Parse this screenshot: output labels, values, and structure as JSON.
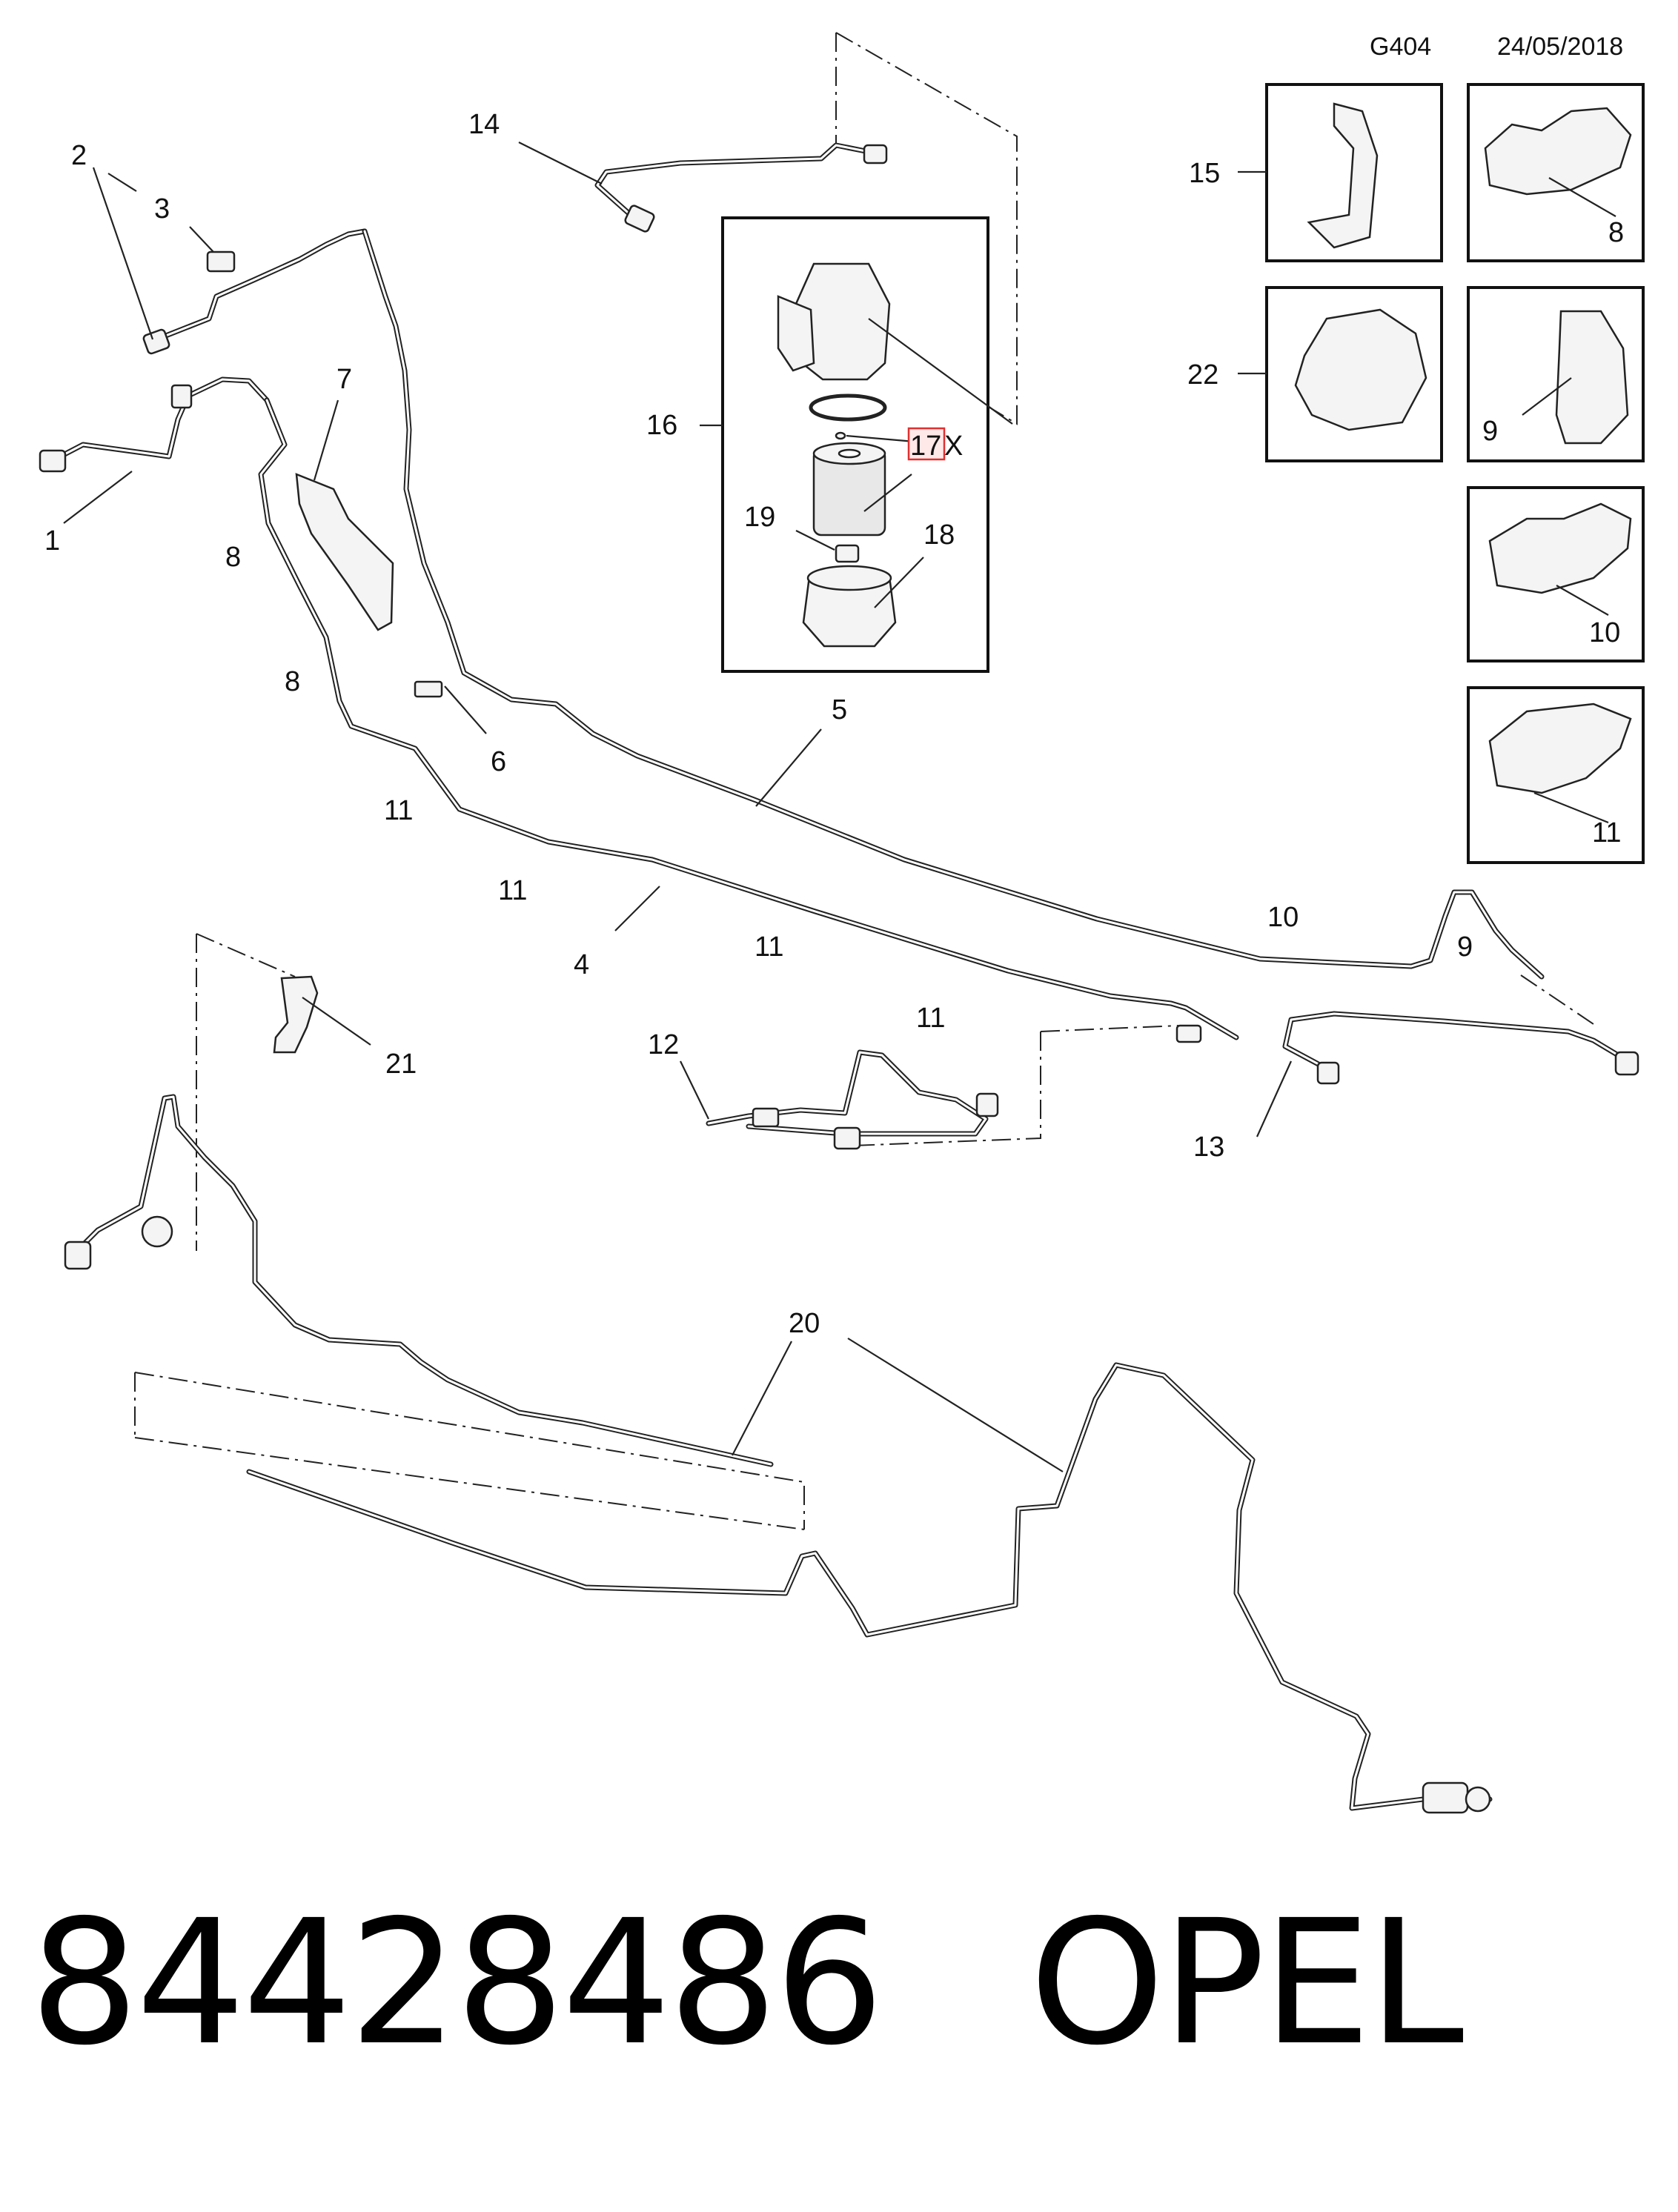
{
  "header": {
    "code": "G404",
    "date": "24/05/2018"
  },
  "highlight_color": "#e03030",
  "callouts": {
    "c1": "1",
    "c2": "2",
    "c3": "3",
    "c4": "4",
    "c5": "5",
    "c6": "6",
    "c7": "7",
    "c8a": "8",
    "c8b": "8",
    "c8box": "8",
    "c9a": "9",
    "c9box": "9",
    "c10a": "10",
    "c10box": "10",
    "c11a": "11",
    "c11b": "11",
    "c11c": "11",
    "c11d": "11",
    "c11box": "11",
    "c12": "12",
    "c13": "13",
    "c14": "14",
    "c15": "15",
    "c16": "16",
    "c17": "17",
    "c17x": "X",
    "c18": "18",
    "c19": "19",
    "c20": "20",
    "c21": "21",
    "c22": "22"
  },
  "footer": {
    "part_number": "84428486",
    "brand": "OPEL"
  }
}
